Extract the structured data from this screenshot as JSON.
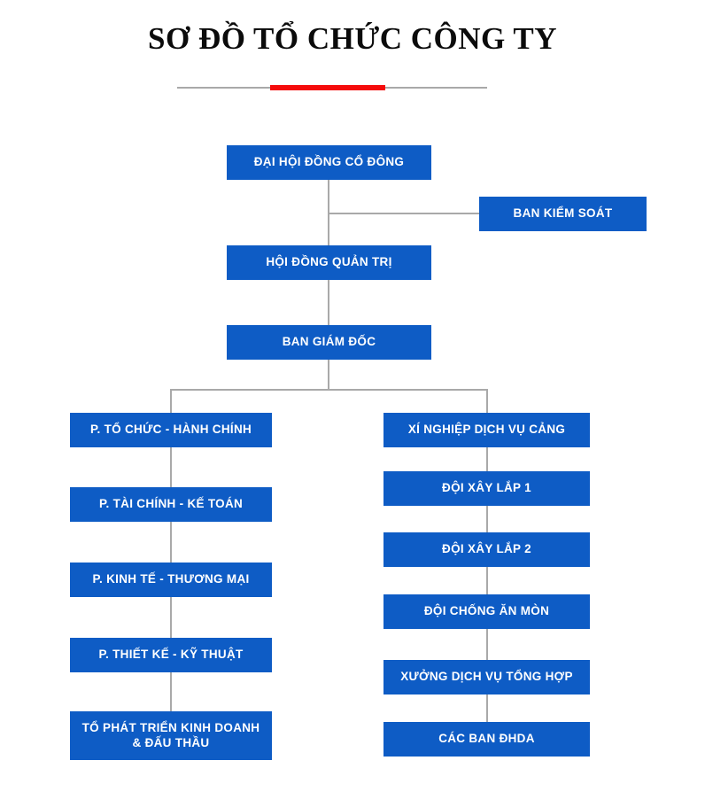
{
  "title": {
    "text": "SƠ ĐỒ TỔ CHỨC CÔNG TY"
  },
  "colors": {
    "node_fill": "#0e5cc5",
    "node_text": "#ffffff",
    "connector": "#a9a9a9",
    "accent_rule": "#f50b0b",
    "rule": "#a9a9a9",
    "background": "#ffffff",
    "title_text": "#0b0b0b"
  },
  "nodes": {
    "shareholders_meeting": "ĐẠI HỘI ĐỒNG CỔ ĐÔNG",
    "supervisory_board": "BAN KIỂM SOÁT",
    "board_of_directors": "HỘI ĐỒNG QUẢN TRỊ",
    "management_board": "BAN GIÁM ĐỐC"
  },
  "left_branch": [
    {
      "label": "P. TỔ CHỨC - HÀNH CHÍNH",
      "name": "node-organization-administration"
    },
    {
      "label": "P. TÀI CHÍNH - KẾ TOÁN",
      "name": "node-finance-accounting"
    },
    {
      "label": "P. KINH TẾ - THƯƠNG MẠI",
      "name": "node-economics-commerce"
    },
    {
      "label": "P. THIẾT KẾ -  KỸ THUẬT",
      "name": "node-design-engineering"
    },
    {
      "label": "TỔ PHÁT TRIỂN KINH DOANH\n& ĐẤU THẦU",
      "name": "node-business-development-bidding"
    }
  ],
  "right_branch": [
    {
      "label": "XÍ NGHIỆP DỊCH VỤ CẢNG",
      "name": "node-port-services-enterprise"
    },
    {
      "label": "ĐỘI XÂY LẮP 1",
      "name": "node-construction-team-1"
    },
    {
      "label": "ĐỘI XÂY LẮP 2",
      "name": "node-construction-team-2"
    },
    {
      "label": "ĐỘI CHỐNG ĂN MÒN",
      "name": "node-anticorrosion-team"
    },
    {
      "label": "XƯỞNG DỊCH VỤ TỔNG HỢP",
      "name": "node-general-services-workshop"
    },
    {
      "label": "CÁC BAN ĐHDA",
      "name": "node-project-management-boards"
    }
  ],
  "chart_data": {
    "type": "diagram",
    "diagram_kind": "organization-chart",
    "title": "SƠ ĐỒ TỔ CHỨC CÔNG TY",
    "levels": [
      {
        "level": 1,
        "nodes": [
          "ĐẠI HỘI ĐỒNG CỔ ĐÔNG"
        ]
      },
      {
        "level": 2,
        "nodes": [
          "BAN KIỂM SOÁT"
        ]
      },
      {
        "level": 3,
        "nodes": [
          "HỘI ĐỒNG QUẢN TRỊ"
        ]
      },
      {
        "level": 4,
        "nodes": [
          "BAN GIÁM ĐỐC"
        ]
      },
      {
        "level": 5,
        "nodes": [
          "P. TỔ CHỨC - HÀNH CHÍNH",
          "P. TÀI CHÍNH - KẾ TOÁN",
          "P. KINH TẾ - THƯƠNG MẠI",
          "P. THIẾT KẾ -  KỸ THUẬT",
          "TỔ PHÁT TRIỂN KINH DOANH & ĐẤU THẦU",
          "XÍ NGHIỆP DỊCH VỤ CẢNG",
          "ĐỘI XÂY LẮP 1",
          "ĐỘI XÂY LẮP 2",
          "ĐỘI CHỐNG ĂN MÒN",
          "XƯỞNG DỊCH VỤ TỔNG HỢP",
          "CÁC BAN ĐHDA"
        ]
      }
    ],
    "edges": [
      {
        "from": "ĐẠI HỘI ĐỒNG CỔ ĐÔNG",
        "to": "BAN KIỂM SOÁT"
      },
      {
        "from": "ĐẠI HỘI ĐỒNG CỔ ĐÔNG",
        "to": "HỘI ĐỒNG QUẢN TRỊ"
      },
      {
        "from": "HỘI ĐỒNG QUẢN TRỊ",
        "to": "BAN GIÁM ĐỐC"
      },
      {
        "from": "BAN GIÁM ĐỐC",
        "to": "P. TỔ CHỨC - HÀNH CHÍNH"
      },
      {
        "from": "P. TỔ CHỨC - HÀNH CHÍNH",
        "to": "P. TÀI CHÍNH - KẾ TOÁN"
      },
      {
        "from": "P. TÀI CHÍNH - KẾ TOÁN",
        "to": "P. KINH TẾ - THƯƠNG MẠI"
      },
      {
        "from": "P. KINH TẾ - THƯƠNG MẠI",
        "to": "P. THIẾT KẾ -  KỸ THUẬT"
      },
      {
        "from": "P. THIẾT KẾ -  KỸ THUẬT",
        "to": "TỔ PHÁT TRIỂN KINH DOANH & ĐẤU THẦU"
      },
      {
        "from": "BAN GIÁM ĐỐC",
        "to": "XÍ NGHIỆP DỊCH VỤ CẢNG"
      },
      {
        "from": "XÍ NGHIỆP DỊCH VỤ CẢNG",
        "to": "ĐỘI XÂY LẮP 1"
      },
      {
        "from": "ĐỘI XÂY LẮP 1",
        "to": "ĐỘI XÂY LẮP 2"
      },
      {
        "from": "ĐỘI XÂY LẮP 2",
        "to": "ĐỘI CHỐNG ĂN MÒN"
      },
      {
        "from": "ĐỘI CHỐNG ĂN MÒN",
        "to": "XƯỞNG DỊCH VỤ TỔNG HỢP"
      },
      {
        "from": "XƯỞNG DỊCH VỤ TỔNG HỢP",
        "to": "CÁC BAN ĐHDA"
      }
    ]
  }
}
